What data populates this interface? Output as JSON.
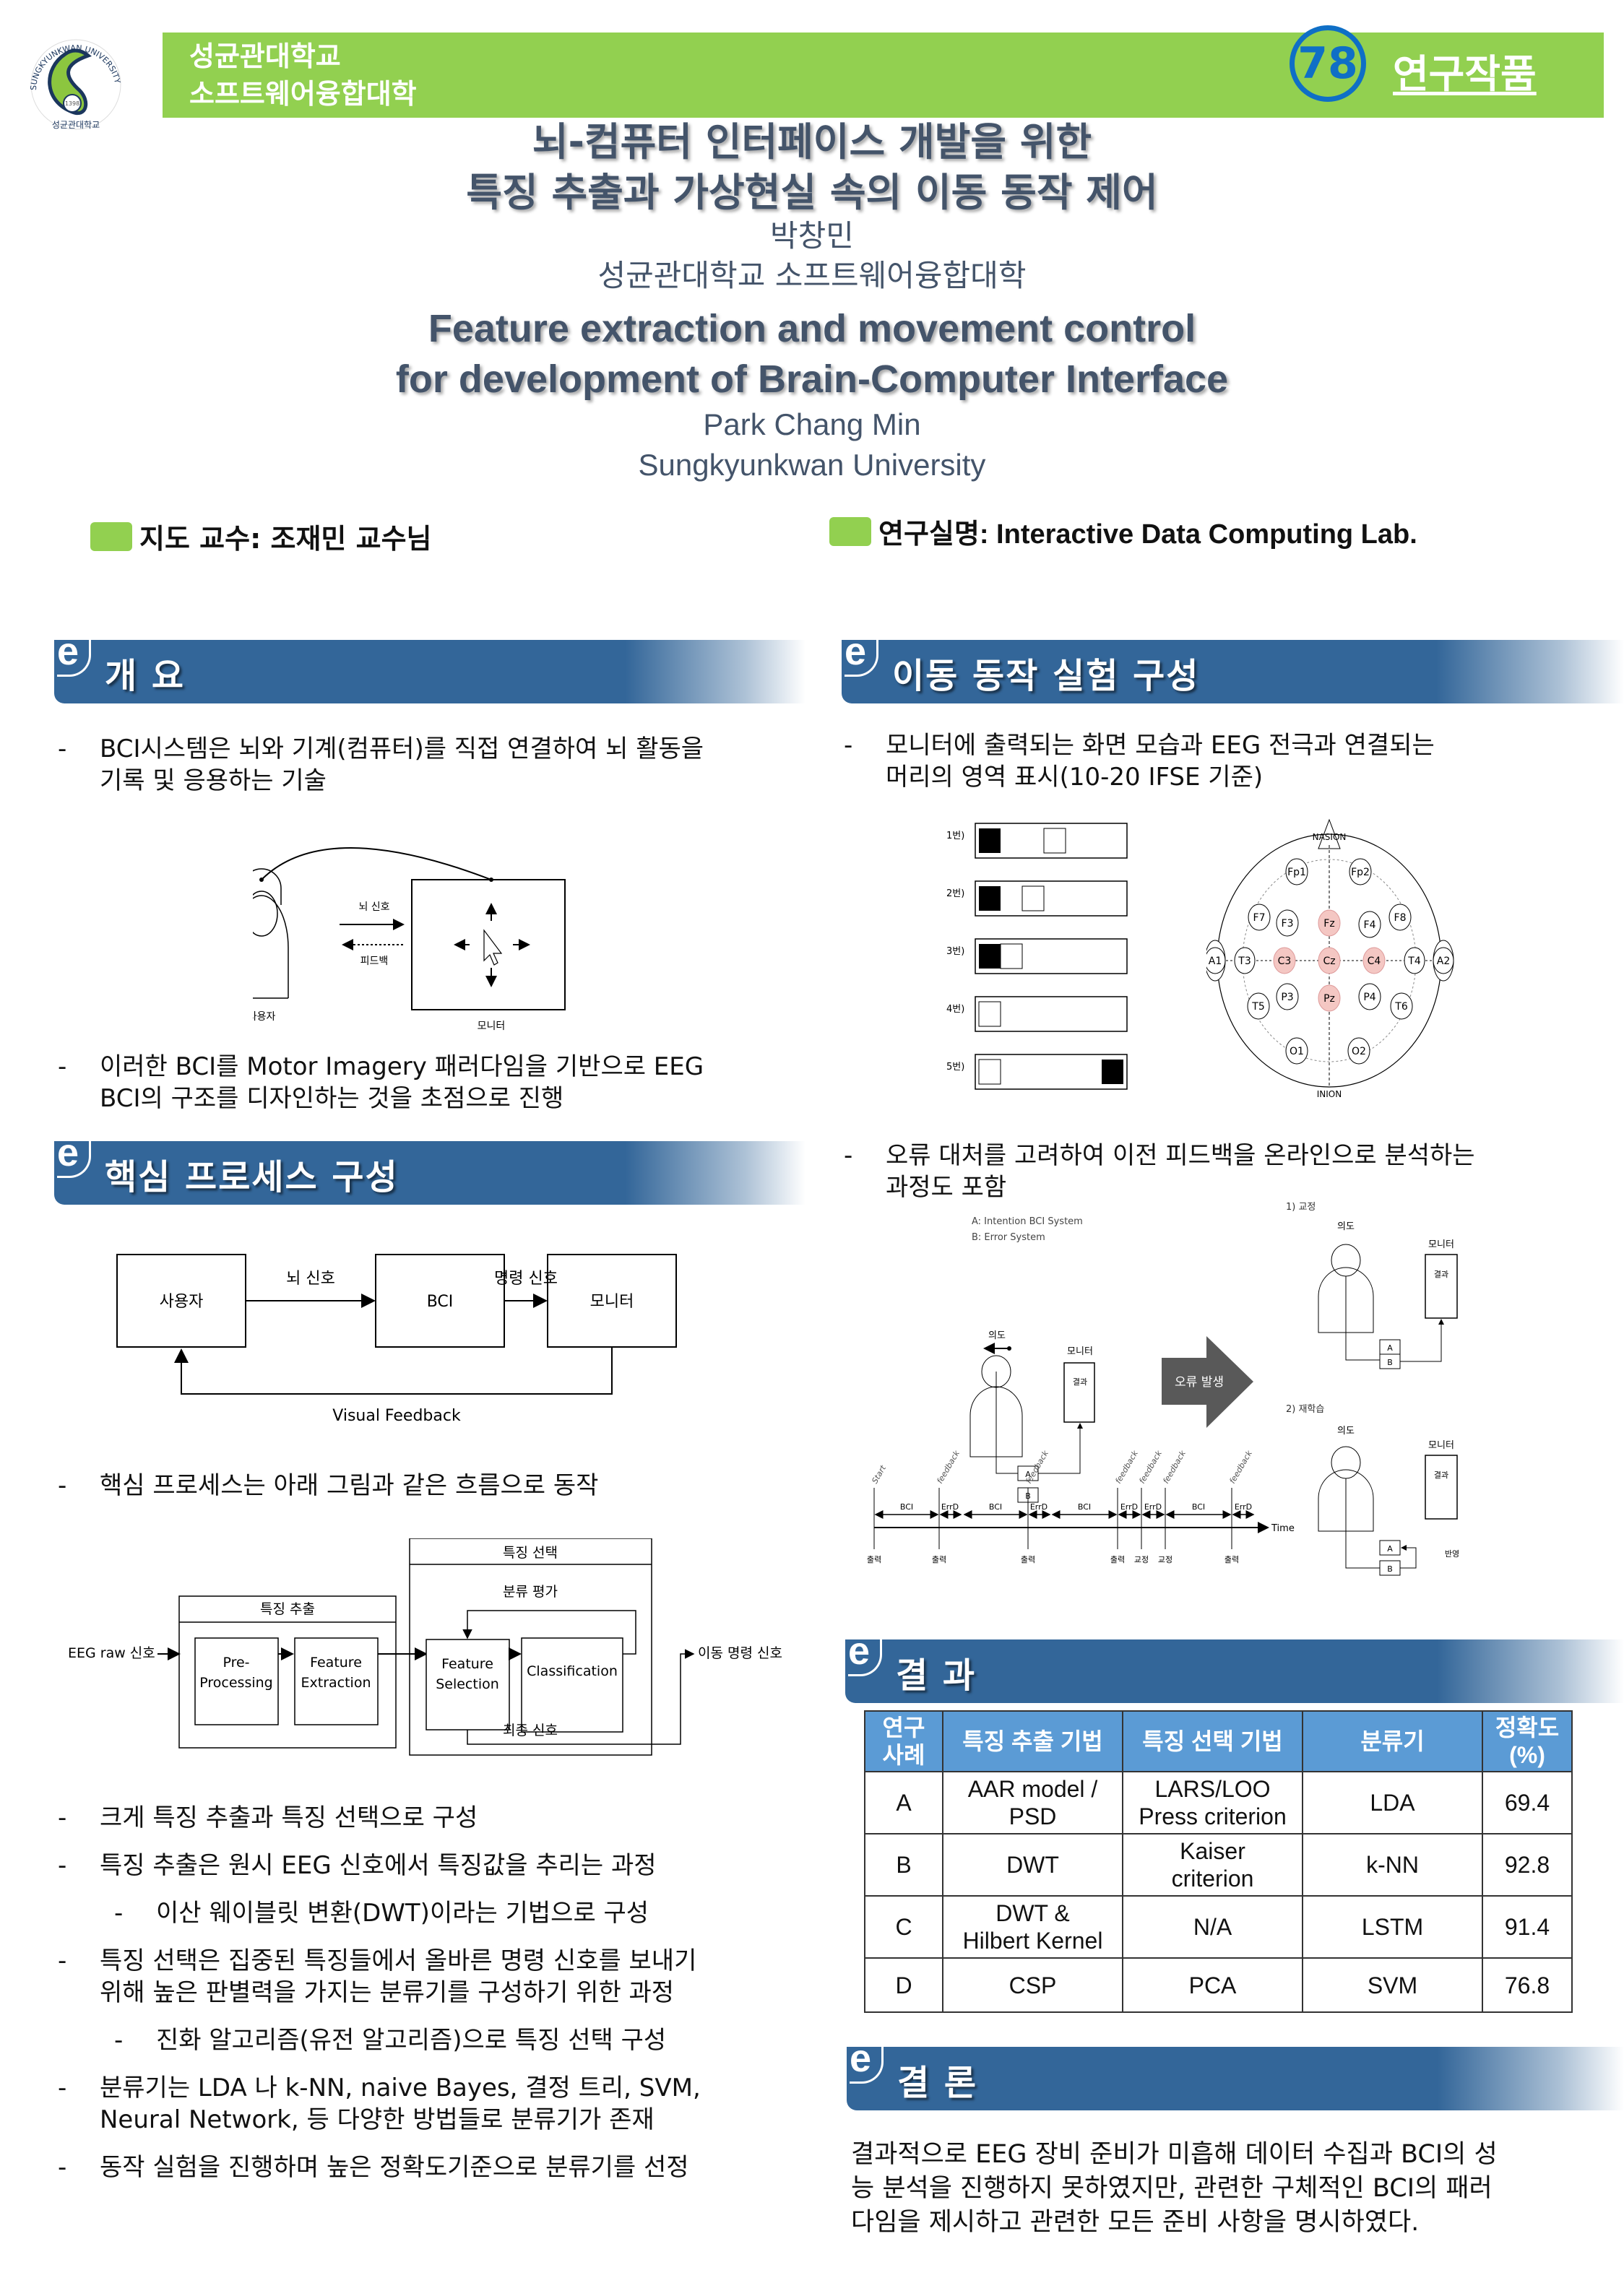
{
  "header": {
    "logo": {
      "outer_text": "SUNGKYUNKWAN UNIVERSITY",
      "year": "1398",
      "inner_text": "성균관대학교"
    },
    "school_line1": "성균관대학교",
    "school_line2": "소프트웨어융합대학",
    "badge_number": "78",
    "badge_label": "연구작품",
    "colors": {
      "green": "#92d050",
      "blue": "#0f6fc6",
      "section": "#336699",
      "table_header": "#5b9bd5",
      "electrode_highlight": "#f4c7c3"
    }
  },
  "title": {
    "ko_line1": "뇌-컴퓨터 인터페이스 개발을 위한",
    "ko_line2": "특징 추출과 가상현실 속의 이동 동작 제어",
    "author_ko": "박창민",
    "affiliation_ko": "성균관대학교 소프트웨어융합대학",
    "en_line1": "Feature extraction and movement control",
    "en_line2": "for development of Brain-Computer Interface",
    "author_en": "Park Chang Min",
    "affiliation_en": "Sungkyunkwan University"
  },
  "info": {
    "advisor": "지도 교수:  조재민 교수님",
    "lab": "연구실명:  Interactive Data Computing Lab."
  },
  "sections": {
    "overview": {
      "title": "개 요",
      "bullet1_line1": "BCI시스템은 뇌와 기계(컴퓨터)를 직접 연결하여 뇌 활동을",
      "bullet1_line2": "기록 및 응용하는 기술",
      "diagram": {
        "user": "사용자",
        "monitor": "모니터",
        "brain_signal": "뇌 신호",
        "feedback": "피드백"
      },
      "bullet2_line1": "이러한 BCI를 Motor Imagery 패러다임을 기반으로 EEG",
      "bullet2_line2": "BCI의 구조를 디자인하는 것을 초점으로 진행"
    },
    "process": {
      "title": "핵심 프로세스 구성",
      "flow": {
        "user": "사용자",
        "bci": "BCI",
        "monitor": "모니터",
        "brain_signal": "뇌 신호",
        "command_signal": "명령 신호",
        "visual_feedback": "Visual Feedback"
      },
      "bullet_flow": "핵심 프로세스는 아래 그림과 같은 흐름으로 동작",
      "pipeline": {
        "input": "EEG raw 신호",
        "group1": "특징 추출",
        "pre1": "Pre-",
        "pre2": "Processing",
        "fe1": "Feature",
        "fe2": "Extraction",
        "group2": "특징 선택",
        "eval": "분류 평가",
        "fs1": "Feature",
        "fs2": "Selection",
        "cls": "Classification",
        "final": "최종 신호",
        "output": "이동 명령 신호"
      },
      "bullets": [
        {
          "level": 1,
          "lines": [
            "크게 특징 추출과 특징 선택으로 구성"
          ]
        },
        {
          "level": 1,
          "lines": [
            "특징 추출은 원시 EEG 신호에서 특징값을 추리는 과정"
          ]
        },
        {
          "level": 2,
          "lines": [
            "이산 웨이블릿 변환(DWT)이라는 기법으로 구성"
          ]
        },
        {
          "level": 1,
          "lines": [
            "특징 선택은 집중된 특징들에서 올바른 명령 신호를 보내기",
            "위해 높은 판별력을 가지는 분류기를 구성하기 위한 과정"
          ]
        },
        {
          "level": 2,
          "lines": [
            "진화 알고리즘(유전 알고리즘)으로 특징 선택 구성"
          ]
        },
        {
          "level": 1,
          "lines": [
            "분류기는 LDA 나 k-NN, naive Bayes, 결정 트리, SVM,",
            "Neural Network, 등 다양한 방법들로 분류기가 존재"
          ]
        },
        {
          "level": 1,
          "lines": [
            "동작 실험을 진행하며 높은 정확도기준으로 분류기를 선정"
          ]
        }
      ]
    },
    "experiment": {
      "title": "이동 동작 실험 구성",
      "bullet1_line1": "모니터에 출력되는 화면 모습과 EEG 전극과 연결되는",
      "bullet1_line2": "머리의 영역 표시(10-20 IFSE 기준)",
      "screens": [
        "1번)",
        "2번)",
        "3번)",
        "4번)",
        "5번)"
      ],
      "electrodes": {
        "nasion": "NASION",
        "inion": "INION",
        "normal": [
          "Fp1",
          "Fp2",
          "F7",
          "F3",
          "F4",
          "F8",
          "A1",
          "T3",
          "T4",
          "A2",
          "T5",
          "P3",
          "P4",
          "T6",
          "O1",
          "O2"
        ],
        "highlighted": [
          "Fz",
          "C3",
          "Cz",
          "C4",
          "Pz"
        ]
      },
      "bullet2_line1": "오류 대처를 고려하여 이전 피드백을 온라인으로 분석하는",
      "bullet2_line2": "과정도 포함",
      "error_diagram": {
        "legend_a": "A: Intention BCI System",
        "legend_b": "B: Error System",
        "step1": "1) 교정",
        "step2": "2) 재학습",
        "intent": "의도",
        "monitor": "모니터",
        "result": "결과",
        "box_a": "A",
        "box_b": "B",
        "error_arrow": "오류 발생",
        "reflect": "반영",
        "timeline": {
          "start": "Start",
          "feedback": "feedback",
          "bci": "BCI",
          "errd": "ErrD",
          "time": "Time",
          "output": "출력",
          "correct": "교정"
        }
      }
    },
    "results": {
      "title": "결 과",
      "table": {
        "headers": [
          "연구\n사례",
          "특징 추출 기법",
          "특징 선택 기법",
          "분류기",
          "정확도\n(%)"
        ],
        "rows": [
          [
            "A",
            "AAR model /\nPSD",
            "LARS/LOO\nPress criterion",
            "LDA",
            "69.4"
          ],
          [
            "B",
            "DWT",
            "Kaiser\ncriterion",
            "k-NN",
            "92.8"
          ],
          [
            "C",
            "DWT &\nHilbert Kernel",
            "N/A",
            "LSTM",
            "91.4"
          ],
          [
            "D",
            "CSP",
            "PCA",
            "SVM",
            "76.8"
          ]
        ]
      }
    },
    "conclusion": {
      "title": "결 론",
      "line1": "결과적으로 EEG 장비 준비가 미흡해 데이터 수집과 BCI의 성",
      "line2": "능 분석을 진행하지 못하였지만, 관련한 구체적인 BCI의 패러",
      "line3": "다임을 제시하고 관련한 모든 준비 사항을 명시하였다."
    }
  }
}
